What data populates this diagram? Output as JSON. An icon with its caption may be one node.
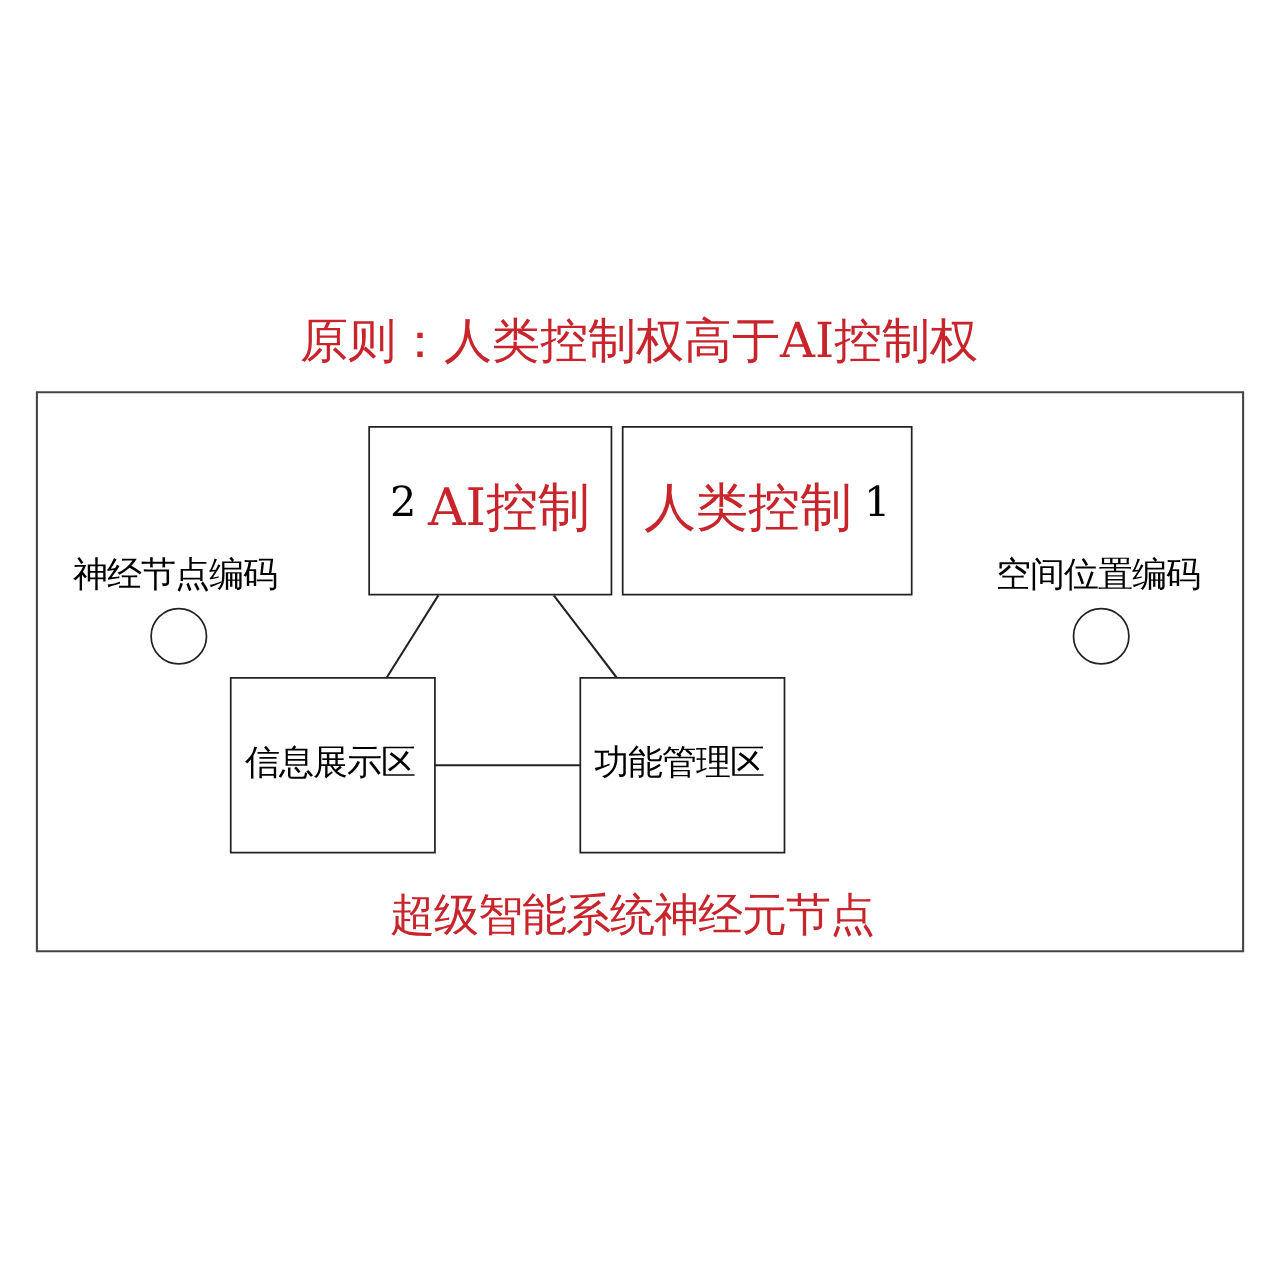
{
  "diagram": {
    "title": "原则：人类控制权高于AI控制权",
    "nodes": [
      {
        "text": [
          "超级智能系统神经元节点"
        ]
      },
      {
        "text": [
          "2",
          "AI控制"
        ],
        "in": 0
      },
      {
        "text": [
          "人类控制",
          "1"
        ],
        "in": 0
      },
      {
        "text": [],
        "shape": "circle",
        "beside": [
          "神经节点编码"
        ],
        "in": 0
      },
      {
        "text": [],
        "shape": "circle",
        "beside": [
          "空间位置编码"
        ],
        "in": 0
      },
      {
        "text": [
          "信息展示区"
        ],
        "in": 0
      },
      {
        "text": [
          "功能管理区"
        ],
        "in": 0
      }
    ],
    "edges": [
      {
        "from": 1,
        "to": 5,
        "arrow": "none"
      },
      {
        "from": 1,
        "to": 6,
        "arrow": "none"
      },
      {
        "from": 5,
        "to": 6,
        "arrow": "none"
      }
    ]
  }
}
